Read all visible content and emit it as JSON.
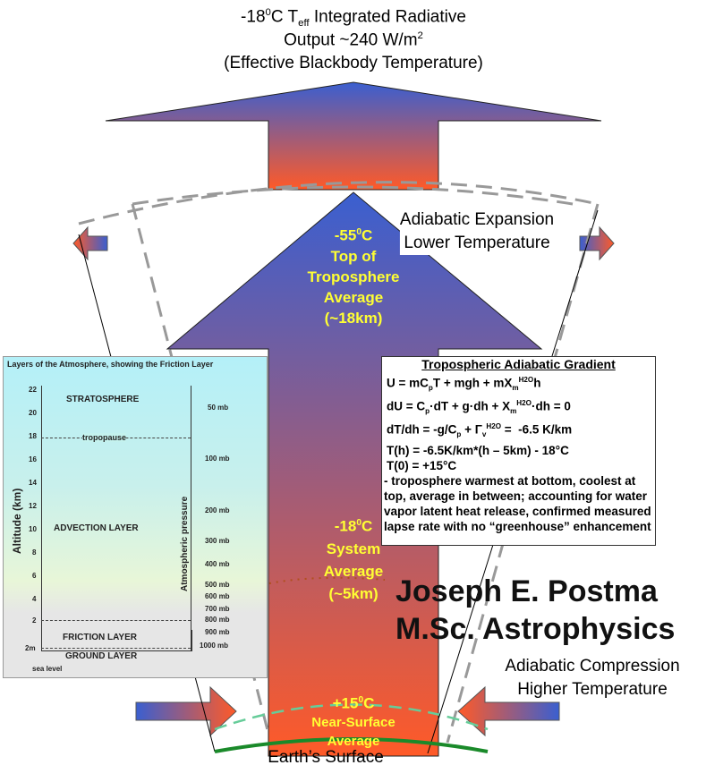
{
  "top": {
    "line1_pre": "-18",
    "line1_post": "C T",
    "line1_sub": "eff",
    "line1_end": " Integrated Radiative",
    "line2": "Output ~240 W/m",
    "line2_sup": "2",
    "line3": "(Effective Blackbody Temperature)",
    "deg": "0"
  },
  "arrow_top": {
    "temp": "-55",
    "unit": "C",
    "l2": "Top of",
    "l3": "Troposphere",
    "l4": "Average",
    "l5": "(~18km)"
  },
  "arrow_mid": {
    "temp": "-18",
    "unit": "C",
    "l2": "System",
    "l3": "Average",
    "l4": "(~5km)"
  },
  "arrow_bot": {
    "temp": "+15",
    "unit": "C",
    "l2": "Near-Surface",
    "l3": "Average"
  },
  "expansion": {
    "l1": "Adiabatic Expansion",
    "l2": "Lower Temperature"
  },
  "compression": {
    "l1": "Adiabatic Compression",
    "l2": "Higher Temperature"
  },
  "surface": "Earth’s Surface",
  "author": {
    "name": "Joseph E. Postma",
    "degree": "M.Sc. Astrophysics"
  },
  "equations": {
    "title": "Tropospheric Adiabatic Gradient",
    "e1": "U = mCpT + mgh + mXm^H2O h",
    "e2": "dU = Cp·dT + g·dh + Xm^H2O·dh = 0",
    "e3": "dT/dh = -g/Cp + Γv^H2O =  -6.5 K/km",
    "e4": "T(h) = -6.5K/km*(h – 5km) - 18°C",
    "e5": "T(0) = +15°C",
    "note": "- troposphere warmest at bottom, coolest at top, average in between; accounting for water vapor latent heat release, confirmed measured lapse rate with no “greenhouse” enhancement"
  },
  "inset": {
    "title": "Layers of the Atmosphere, showing the Friction Layer",
    "y_axis": "Altitude (km)",
    "p_axis": "Atmospheric pressure",
    "alt_ticks": [
      "22",
      "20",
      "18",
      "16",
      "14",
      "12",
      "10",
      "8",
      "6",
      "4",
      "2",
      "2m"
    ],
    "p_ticks": [
      "50 mb",
      "100 mb",
      "200 mb",
      "300 mb",
      "400 mb",
      "500 mb",
      "600 mb",
      "700 mb",
      "800 mb",
      "900 mb",
      "1000 mb"
    ],
    "layers": {
      "strat": "STRATOSPHERE",
      "tropopause": "tropopause",
      "advection": "ADVECTION LAYER",
      "friction": "FRICTION LAYER",
      "ground": "GROUND LAYER",
      "sea": "sea level"
    }
  },
  "colors": {
    "blue": "#3a5fd0",
    "orange": "#ff5a28",
    "label": "#ffff33",
    "surface": "#1a8a2a"
  }
}
